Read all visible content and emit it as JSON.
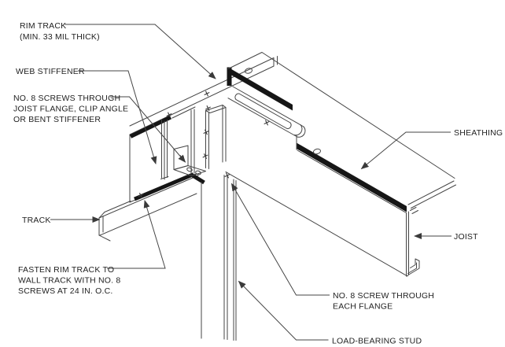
{
  "figure": {
    "type": "construction-detail-line-drawing",
    "subject": "Rim track, joist and load-bearing stud corner connection detail"
  },
  "colors": {
    "background": "#ffffff",
    "line": "#454545",
    "band": "#161616",
    "text": "#222222"
  },
  "labels": {
    "rim_track": {
      "line1": "RIM TRACK",
      "line2": "(MIN. 33 MIL THICK)"
    },
    "web_stiffener": {
      "line1": "WEB STIFFENER"
    },
    "screws_through": {
      "line1": "NO. 8 SCREWS THROUGH",
      "line2": "JOIST FLANGE, CLIP ANGLE",
      "line3": "OR BENT STIFFENER"
    },
    "track": {
      "line1": "TRACK"
    },
    "fasten": {
      "line1": "FASTEN RIM TRACK TO",
      "line2": "WALL TRACK WITH NO. 8",
      "line3": "SCREWS AT 24 IN. O.C."
    },
    "sheathing": {
      "line1": "SHEATHING"
    },
    "joist": {
      "line1": "JOIST"
    },
    "no8_each_flange": {
      "line1": "NO. 8 SCREW THROUGH",
      "line2": "EACH FLANGE"
    },
    "load_bearing_stud": {
      "line1": "LOAD-BEARING STUD"
    }
  }
}
